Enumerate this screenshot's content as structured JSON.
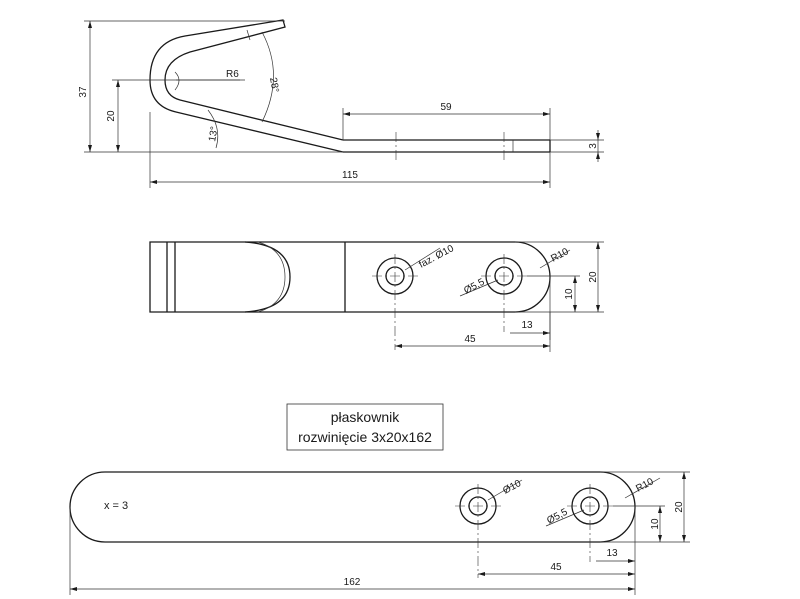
{
  "side_view": {
    "height_total": "37",
    "height_20": "20",
    "radius": "R6",
    "angle_28": "28°",
    "angle_13": "13°",
    "length_59": "59",
    "thickness": "3",
    "length_115": "115"
  },
  "top_view": {
    "chamfer": "faz. Ø10",
    "hole_dia": "Ø5,5",
    "end_radius": "R10",
    "width": "20",
    "half_width": "10",
    "dist_13": "13",
    "dist_45": "45"
  },
  "note": {
    "line1": "płaskownik",
    "line2": "rozwinięcie 3x20x162"
  },
  "flat": {
    "thickness_label": "x = 3",
    "counterbore": "Ø10",
    "hole_dia": "Ø5,5",
    "end_radius": "R10",
    "width": "20",
    "half_width": "10",
    "dist_13": "13",
    "dist_45": "45",
    "length": "162"
  }
}
